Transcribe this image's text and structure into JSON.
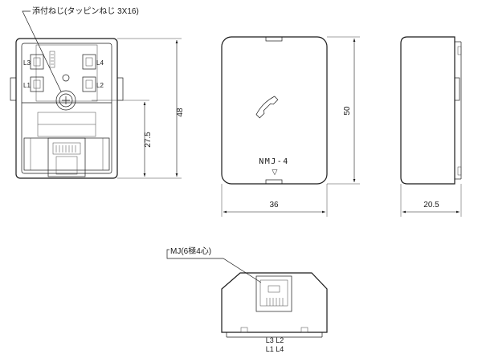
{
  "labels": {
    "screw_note": "添付ねじ(タッピンねじ 3X16)",
    "jack_note": "MJ(6極4心)",
    "model": "NMJ-4",
    "model_mark": "▽",
    "term_l3": "L3",
    "term_l1": "L1",
    "term_l4": "L4",
    "term_l2": "L2",
    "pins_row1": "L3  L2",
    "pins_row2": "L1  L4"
  },
  "dimensions": {
    "height": "48",
    "mount_height": "27.5",
    "front_height": "50",
    "width": "36",
    "depth": "20.5"
  }
}
